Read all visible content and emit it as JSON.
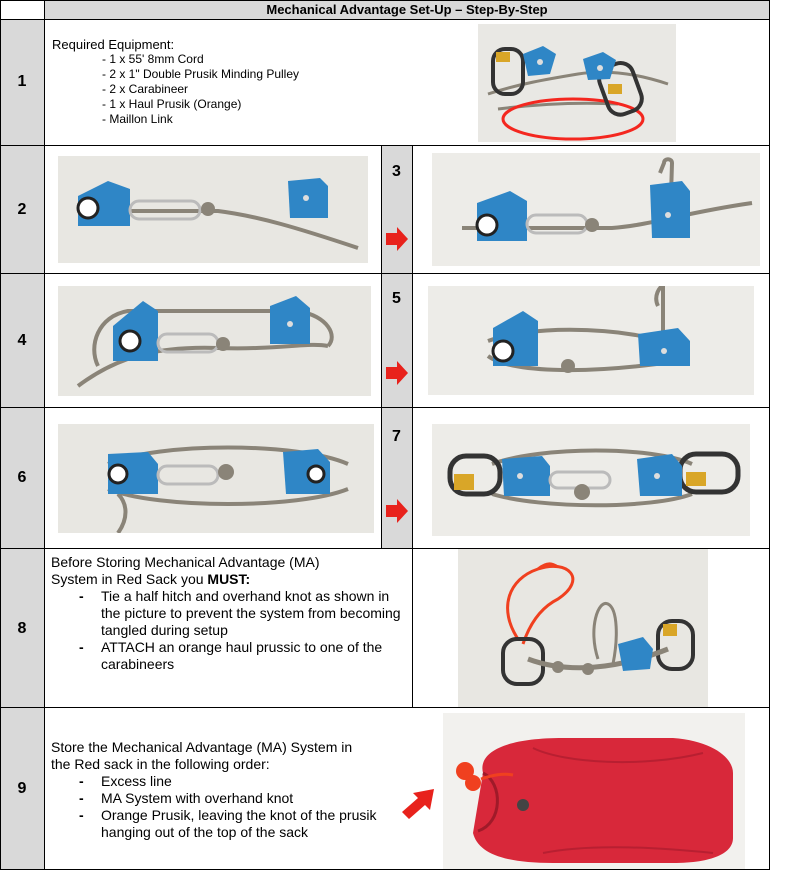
{
  "title": "Mechanical Advantage Set-Up – Step-By-Step",
  "steps": {
    "s1": "1",
    "s2": "2",
    "s3": "3",
    "s4": "4",
    "s5": "5",
    "s6": "6",
    "s7": "7",
    "s8": "8",
    "s9": "9"
  },
  "step1": {
    "heading": "Required Equipment:",
    "items": [
      "- 1 x 55' 8mm Cord",
      "- 2 x 1\" Double Prusik Minding Pulley",
      "- 2 x Carabineer",
      "- 1 x Haul Prusik (Orange)",
      "- Maillon Link"
    ]
  },
  "step8": {
    "line1": "Before Storing Mechanical Advantage (MA)",
    "line2_pre": "System in Red Sack you ",
    "line2_bold": "MUST:",
    "bullets": [
      "Tie a half hitch and overhand knot as shown in the picture to prevent the system from becoming tangled during setup",
      "ATTACH an orange haul prussic to one of the carabineers"
    ]
  },
  "step9": {
    "line1": "Store the Mechanical Advantage (MA) System in",
    "line2": "the Red sack in the following order:",
    "bullets": [
      "Excess line",
      "MA System with overhand knot",
      "Orange Prusik, leaving the knot of the prusik hanging out of the top of the sack"
    ]
  },
  "colors": {
    "header_gray": "#d9d9d9",
    "pulley_blue": "#2f86c6",
    "arrow_red": "#e8221c",
    "sack_red": "#d8283a",
    "cord_gray": "#8a8478"
  }
}
